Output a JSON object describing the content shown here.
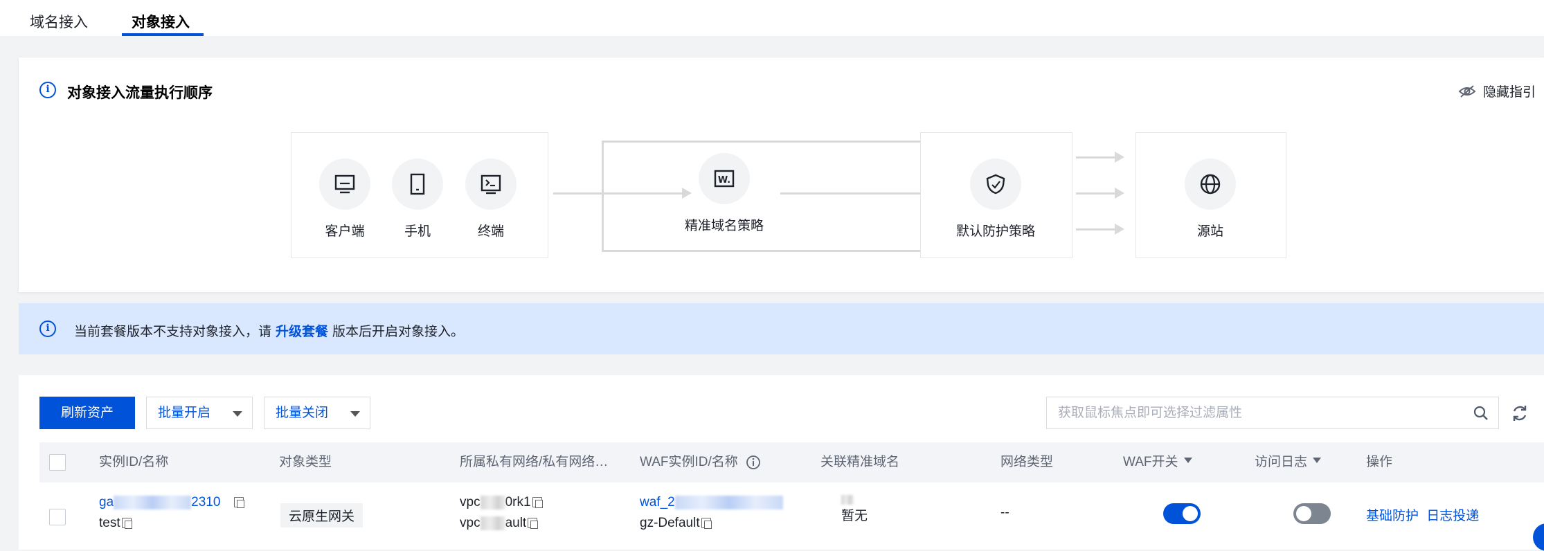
{
  "tabs": [
    {
      "label": "域名接入"
    },
    {
      "label": "对象接入"
    }
  ],
  "guide": {
    "title": "对象接入流量执行顺序",
    "hide_label": "隐藏指引",
    "nodes": {
      "client": "客户端",
      "mobile": "手机",
      "terminal": "终端",
      "precise": "精准域名策略",
      "default": "默认防护策略",
      "origin": "源站"
    }
  },
  "banner": {
    "prefix": "当前套餐版本不支持对象接入，请",
    "link": "升级套餐",
    "suffix": "版本后开启对象接入。"
  },
  "toolbar": {
    "refresh_label": "刷新资产",
    "batch_on": "批量开启",
    "batch_off": "批量关闭",
    "search_placeholder": "获取鼠标焦点即可选择过滤属性"
  },
  "table": {
    "headers": [
      "实例ID/名称",
      "对象类型",
      "所属私有网络/私有网络…",
      "WAF实例ID/名称",
      "关联精准域名",
      "网络类型",
      "WAF开关",
      "访问日志",
      "操作"
    ],
    "rows": [
      {
        "id_prefix": "ga",
        "id_suffix": "2310",
        "name": "test",
        "type": "云原生网关",
        "vpc_prefix": "vpc",
        "vpc_suffix": "0rk1",
        "subnet_prefix": "vpc",
        "subnet_suffix": "ault",
        "waf_prefix": "waf_2",
        "waf_name": "gz-Default",
        "domain": "暂无",
        "network": "--",
        "waf_on": true,
        "log_on": false,
        "actions": [
          "基础防护",
          "日志投递"
        ]
      }
    ]
  },
  "colors": {
    "primary": "#0052d9",
    "banner": "#d9e7ff",
    "toggle_off": "#7d8591"
  }
}
